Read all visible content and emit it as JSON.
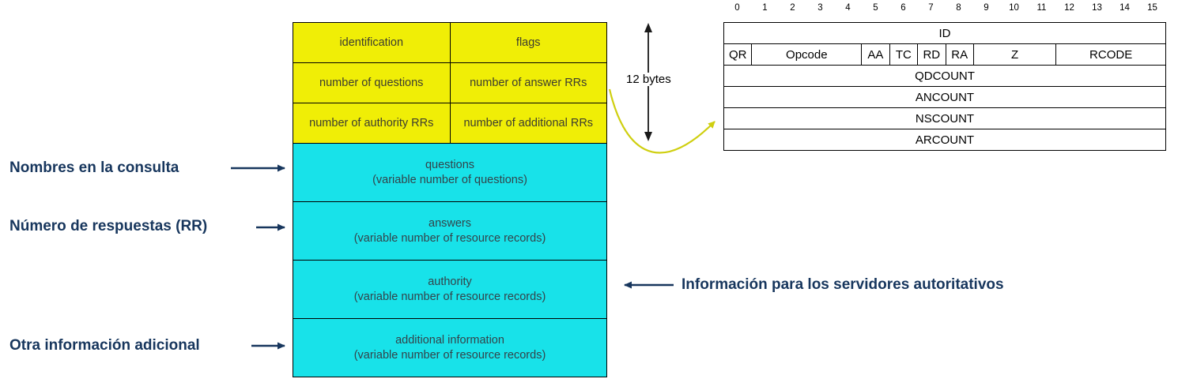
{
  "left_labels": [
    "Nombres en la consulta",
    "Número de respuestas (RR)",
    "Otra información adicional"
  ],
  "right_label": "Información para los servidores autoritativos",
  "bytes_label": "12 bytes",
  "message_table": {
    "header_rows": [
      [
        "identification",
        "flags"
      ],
      [
        "number of questions",
        "number of answer RRs"
      ],
      [
        "number of authority RRs",
        "number of additional RRs"
      ]
    ],
    "body_rows": [
      [
        "questions",
        "(variable number of questions)"
      ],
      [
        "answers",
        "(variable number of resource records)"
      ],
      [
        "authority",
        "(variable number of resource records)"
      ],
      [
        "additional information",
        "(variable number of resource records)"
      ]
    ]
  },
  "bit_table": {
    "bit_numbers": [
      "0",
      "1",
      "2",
      "3",
      "4",
      "5",
      "6",
      "7",
      "8",
      "9",
      "10",
      "11",
      "12",
      "13",
      "14",
      "15"
    ],
    "id_label": "ID",
    "flags_row": [
      {
        "label": "QR",
        "bits": 1
      },
      {
        "label": "Opcode",
        "bits": 4
      },
      {
        "label": "AA",
        "bits": 1
      },
      {
        "label": "TC",
        "bits": 1
      },
      {
        "label": "RD",
        "bits": 1
      },
      {
        "label": "RA",
        "bits": 1
      },
      {
        "label": "Z",
        "bits": 3
      },
      {
        "label": "RCODE",
        "bits": 4
      }
    ],
    "count_rows": [
      "QDCOUNT",
      "ANCOUNT",
      "NSCOUNT",
      "ARCOUNT"
    ]
  },
  "colors": {
    "header_yellow": "#f0ee06",
    "body_cyan": "#18e2e9",
    "label_navy": "#17365d",
    "curve_arrow_yellow": "#cfcf10"
  }
}
